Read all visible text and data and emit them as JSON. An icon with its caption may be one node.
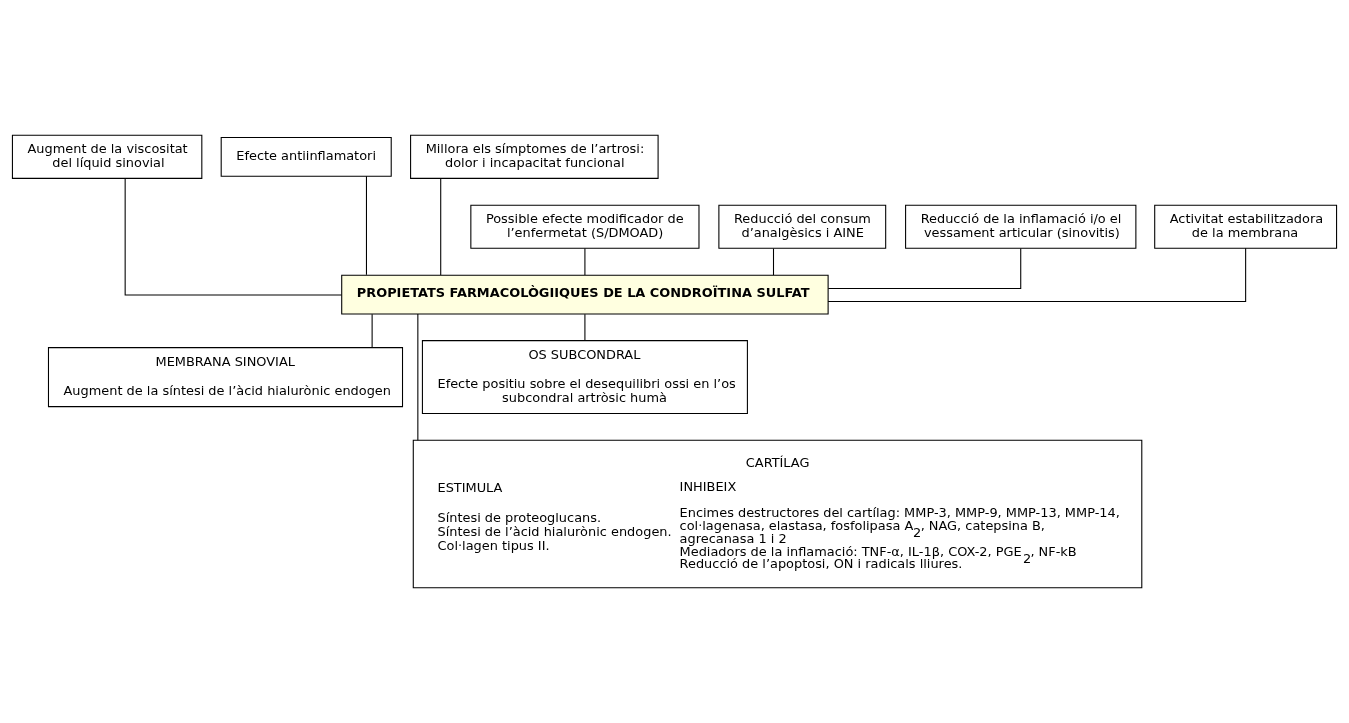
{
  "diagram": {
    "nodes": [
      {
        "text": [
          "Augment de la viscositat del líquid sinovial"
        ]
      },
      {
        "text": [
          "Efecte antiinflamatori"
        ]
      },
      {
        "text": [
          "Millora els símptomes de l’artrosi: dolor i incapacitat funcional"
        ]
      },
      {
        "text": [
          "Possible efecte modificador de l’enfermetat (S/DMOAD)"
        ]
      },
      {
        "text": [
          "Reducció del consum d’analgèsics i AINE"
        ]
      },
      {
        "text": [
          "Reducció de la inflamació i/o el vessament articular (sinovitis)"
        ]
      },
      {
        "text": [
          "Activitat estabilitzadora de la membrana"
        ]
      },
      {
        "text": [
          "PROPIETATS FARMACOLÒGIIQUES DE LA CONDROÏTINA SULFAT"
        ]
      },
      {
        "text": [
          "MEMBRANA SINOVIAL",
          "Augment de la síntesi de l’àcid hialurònic endogen"
        ]
      },
      {
        "text": [
          "OS SUBCONDRAL",
          "Efecte positiu sobre el desequilibri ossi en l’os subcondral artròsic humà"
        ]
      },
      {
        "text": [
          "CARTÍLAG",
          "ESTIMULA",
          "Síntesi de proteoglucans.",
          "Síntesi de l’àcid hialurònic endogen.",
          "Col·lagen tipus II.",
          "INHIBEIX",
          "Encimes destructores del cartílag: MMP-3, MMP-9, MMP-13, MMP-14, col·lagenasa, elastasa, fosfolipasa A$_{2}$, NAG, catepsina B, agrecanasa 1 i 2",
          "Mediadors de la inflamació: TNF-α, IL-1β, COX-2, PGE$_{2}$, NF-kB",
          "Reducció de l’apoptosi, ON i radicals lliures."
        ]
      }
    ],
    "edges": [
      {
        "from": 3,
        "to": 7,
        "arrow": "none"
      },
      {
        "from": 0,
        "to": 7,
        "arrow": "none"
      },
      {
        "from": 4,
        "to": 7,
        "arrow": "none"
      },
      {
        "from": 1,
        "to": 7,
        "arrow": "none"
      },
      {
        "from": 5,
        "to": 7,
        "arrow": "none"
      },
      {
        "from": 2,
        "to": 7,
        "arrow": "none"
      },
      {
        "from": 6,
        "to": 7,
        "arrow": "none"
      },
      {
        "from": 7,
        "to": 8,
        "arrow": "none"
      },
      {
        "from": 7,
        "to": 9,
        "arrow": "none"
      },
      {
        "from": 7,
        "to": 10,
        "arrow": "none"
      }
    ]
  }
}
